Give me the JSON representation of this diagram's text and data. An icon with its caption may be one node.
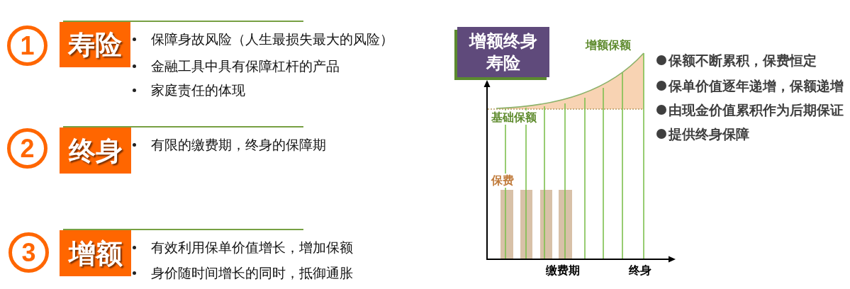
{
  "diagram": {
    "nodes": [
      {
        "text": [
          "1"
        ]
      },
      {
        "text": [
          "寿险"
        ],
        "beside": [
          "保障身故风险（人生最损失最大的风险）",
          "金融工具中具有保障杠杆的产品",
          "家庭责任的体现"
        ]
      },
      {
        "text": [
          "2"
        ]
      },
      {
        "text": [
          "终身"
        ],
        "beside": [
          "有限的缴费期，终身的保障期"
        ]
      },
      {
        "text": [
          "3"
        ]
      },
      {
        "text": [
          "增额"
        ],
        "beside": [
          "有效利用保单价值增长，增加保额",
          "身价随时间增长的同时，抵御通胀"
        ]
      },
      {
        "text": [
          "增额终身寿险"
        ]
      }
    ],
    "labels": [
      "增额保额",
      "基础保额",
      "保费",
      "缴费期",
      "终身",
      "保额不断累积，保费恒定",
      "保单价值逐年递增，保额递增",
      "由现金价值累积作为后期保证",
      "提供终身保障"
    ]
  }
}
